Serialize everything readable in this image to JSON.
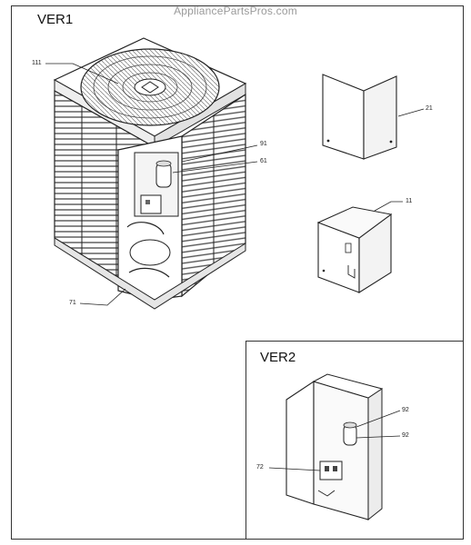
{
  "watermark": "AppliancePartsPros.com",
  "sections": {
    "ver1": {
      "label": "VER1"
    },
    "ver2": {
      "label": "VER2"
    }
  },
  "callouts": {
    "p111": "111",
    "p21": "21",
    "p91": "91",
    "p61": "61",
    "p11": "11",
    "p71": "71",
    "p92a": "92",
    "p92b": "92",
    "p72": "72"
  }
}
